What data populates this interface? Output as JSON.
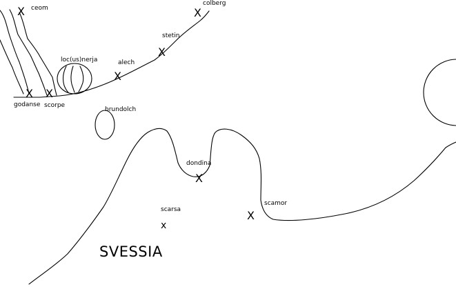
{
  "map": {
    "stroke_color": "#000000",
    "background": "#ffffff",
    "places": [
      {
        "key": "ceom",
        "label": "ceom",
        "marker": "X"
      },
      {
        "key": "colberg",
        "label": "colberg",
        "marker": "X"
      },
      {
        "key": "stetin",
        "label": "stetin",
        "marker": "X"
      },
      {
        "key": "alech",
        "label": "alech",
        "marker": "X"
      },
      {
        "key": "godanse",
        "label": "godanse",
        "marker": "X"
      },
      {
        "key": "scorpe",
        "label": "scorpe",
        "marker": "X"
      },
      {
        "key": "dondina",
        "label": "dondina",
        "marker": "X"
      },
      {
        "key": "scamor",
        "label": "scamor",
        "marker": "X"
      },
      {
        "key": "scarsa",
        "label": "scarsa",
        "marker": "x"
      }
    ],
    "features": {
      "lake_label": "loc(us)nerja",
      "island_label": "brundolch"
    },
    "region_label": "SVESSIA"
  }
}
